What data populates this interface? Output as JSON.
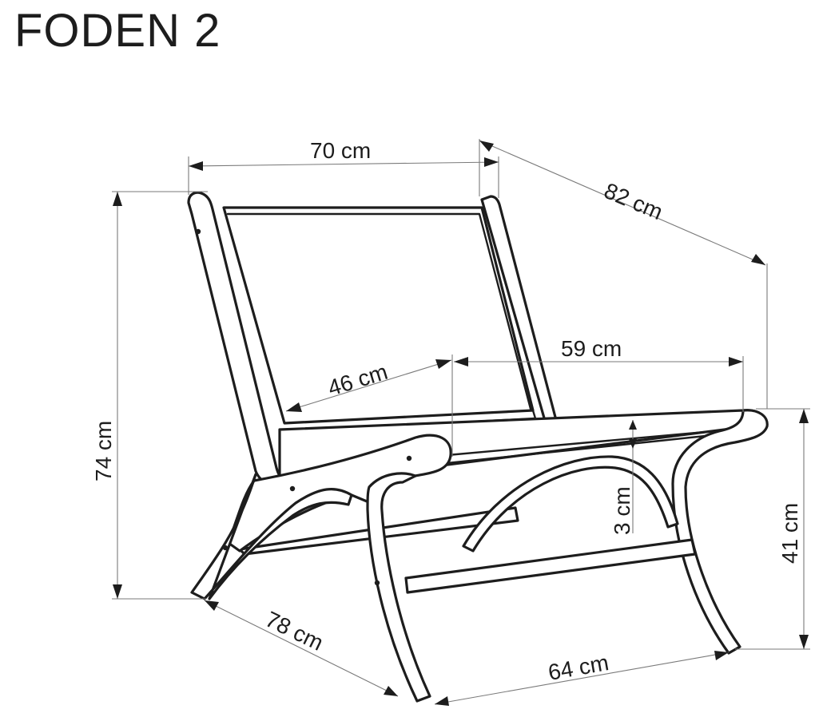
{
  "title": "FODEN 2",
  "dimensions": {
    "width": "70 cm",
    "depth_diagonal": "82 cm",
    "height": "74 cm",
    "seat_depth": "46 cm",
    "seat_width": "59 cm",
    "seat_thickness": "3 cm",
    "seat_height": "41 cm",
    "base_depth": "78 cm",
    "base_width": "64 cm"
  }
}
